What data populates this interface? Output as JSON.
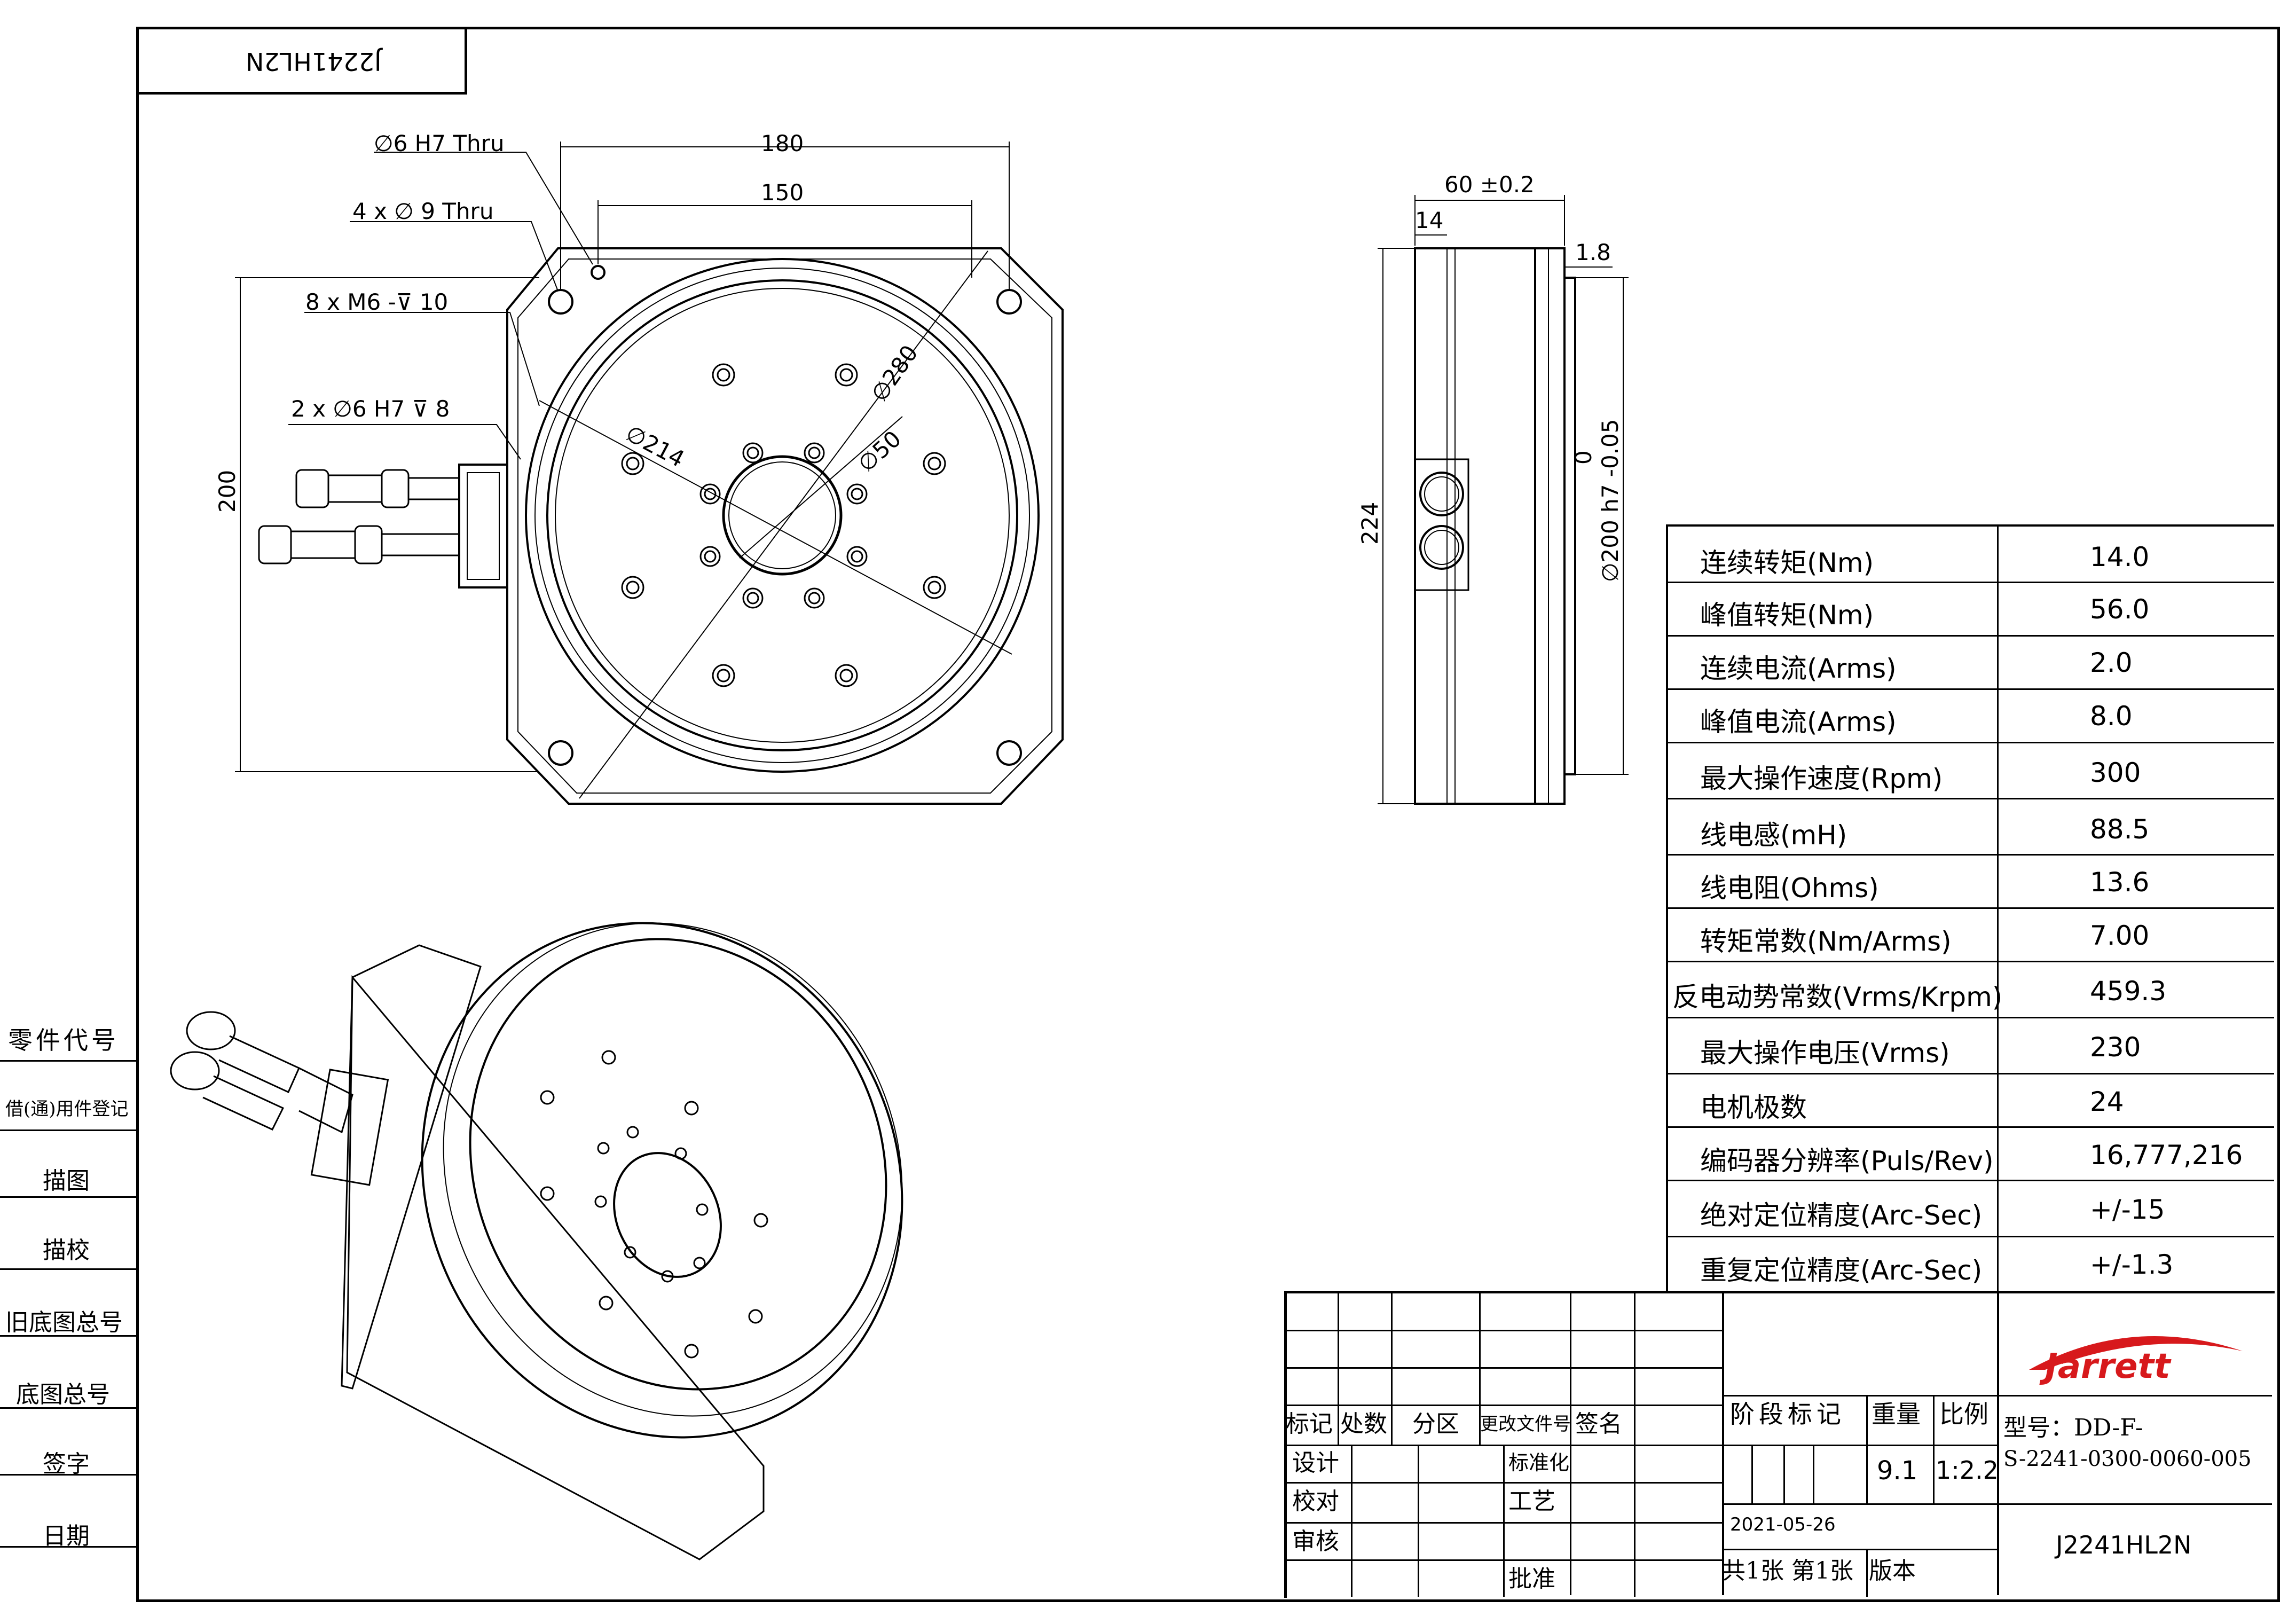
{
  "drawing_code_mirrored": "J2241HL2N",
  "left_strip": [
    "零件代号",
    "借(通)用件登记",
    "描图",
    "描校",
    "旧底图总号",
    "底图总号",
    "签字",
    "日期"
  ],
  "front_view_dims": {
    "hole1": "∅6  H7  Thru",
    "hole2": "4 x  ∅  9 Thru",
    "thread": "8 x  M6 -⊽ 10",
    "pin": "2 x  ∅6  H7  ⊽ 8",
    "w180": "180",
    "w150": "150",
    "h200": "200",
    "d214": "∅214",
    "d280": "∅280",
    "d50": "∅50"
  },
  "side_view_dims": {
    "w60": "60 ±0.2",
    "w14": "14",
    "w18": "1.8",
    "h224": "224",
    "tol_upper": "0",
    "d200": "∅200 h7 -0.05"
  },
  "specs": [
    {
      "label": "连续转矩(Nm)",
      "value": "14.0"
    },
    {
      "label": "峰值转矩(Nm)",
      "value": "56.0"
    },
    {
      "label": "连续电流(Arms)",
      "value": "2.0"
    },
    {
      "label": "峰值电流(Arms)",
      "value": "8.0"
    },
    {
      "label": "最大操作速度(Rpm)",
      "value": "300"
    },
    {
      "label": "线电感(mH)",
      "value": "88.5"
    },
    {
      "label": "线电阻(Ohms)",
      "value": "13.6"
    },
    {
      "label": "转矩常数(Nm/Arms)",
      "value": "7.00"
    },
    {
      "label": "反电动势常数(Vrms/Krpm)",
      "value": "459.3"
    },
    {
      "label": "最大操作电压(Vrms)",
      "value": "230"
    },
    {
      "label": "电机极数",
      "value": "24"
    },
    {
      "label": "编码器分辨率(Puls/Rev)",
      "value": "16,777,216"
    },
    {
      "label": "绝对定位精度(Arc-Sec)",
      "value": "+/-15"
    },
    {
      "label": "重复定位精度(Arc-Sec)",
      "value": "+/-1.3"
    }
  ],
  "title_block": {
    "revision_headers": {
      "mark": "标记",
      "count": "处数",
      "zone": "分区",
      "doc": "更改文件号",
      "sign": "签名"
    },
    "rows": {
      "design": "设计",
      "standard": "标准化",
      "check": "校对",
      "process": "工艺",
      "audit": "审核",
      "approve": "批准"
    },
    "stage": "阶段标记",
    "weight_label": "重量",
    "ratio_label": "比例",
    "weight": "9.1",
    "ratio": "1:2.2",
    "date": "2021-05-26",
    "sheets": "共1张  第1张",
    "version": "版本",
    "brand": "Jarrett",
    "model_label": "型号：DD-F-",
    "model_value": "S-2241-0300-0060-005",
    "drawing_no": "J2241HL2N"
  },
  "colors": {
    "line": "#000000",
    "brand_red": "#d7191c"
  }
}
